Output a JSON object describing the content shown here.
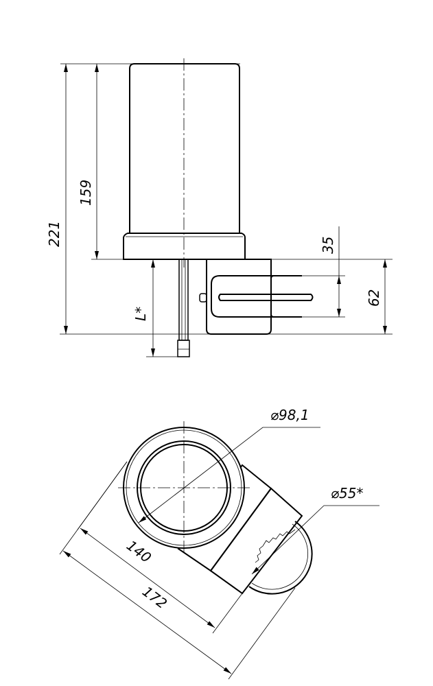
{
  "side_view": {
    "dim_total_height": "221",
    "dim_body_height": "159",
    "dim_cable_length": "L*",
    "dim_bolt_spacing": "35",
    "dim_bracket_height": "62"
  },
  "top_view": {
    "dim_diameter": "⌀98,1",
    "dim_mast_diameter": "⌀55*",
    "dim_length_inner": "140",
    "dim_length_total": "172"
  }
}
